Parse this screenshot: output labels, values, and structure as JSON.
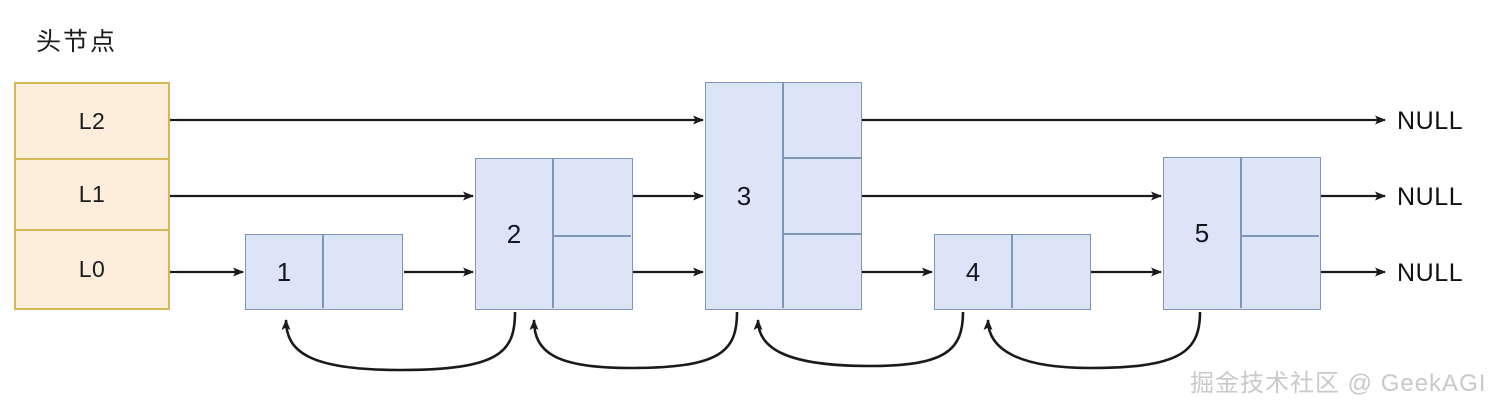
{
  "diagram": {
    "kind": "skip-list",
    "title": "头节点",
    "watermark": "掘金技术社区 @ GeekAGI",
    "colors": {
      "head_fill": "#fdeedb",
      "head_border": "#d6b656",
      "node_fill": "#dce5f7",
      "node_border": "#8096b8",
      "arrow": "#1a1a1a",
      "text": "#111111",
      "watermark": "#c9c9c9"
    },
    "head": {
      "label": "头节点",
      "levels": [
        {
          "name": "L2",
          "label": "L2"
        },
        {
          "name": "L1",
          "label": "L1"
        },
        {
          "name": "L0",
          "label": "L0"
        }
      ]
    },
    "nodes": [
      {
        "id": "node-1",
        "value": "1",
        "height_levels": 1
      },
      {
        "id": "node-2",
        "value": "2",
        "height_levels": 2
      },
      {
        "id": "node-3",
        "value": "3",
        "height_levels": 3
      },
      {
        "id": "node-4",
        "value": "4",
        "height_levels": 1
      },
      {
        "id": "node-5",
        "value": "5",
        "height_levels": 2
      }
    ],
    "terminators": [
      {
        "level": "L2",
        "label": "NULL"
      },
      {
        "level": "L1",
        "label": "NULL"
      },
      {
        "level": "L0",
        "label": "NULL"
      }
    ],
    "forward_links": [
      {
        "level": "L2",
        "from": "head",
        "to": "node-3"
      },
      {
        "level": "L2",
        "from": "node-3",
        "to": "NULL"
      },
      {
        "level": "L1",
        "from": "head",
        "to": "node-2"
      },
      {
        "level": "L1",
        "from": "node-2",
        "to": "node-3"
      },
      {
        "level": "L1",
        "from": "node-3",
        "to": "node-5"
      },
      {
        "level": "L1",
        "from": "node-5",
        "to": "NULL"
      },
      {
        "level": "L0",
        "from": "head",
        "to": "node-1"
      },
      {
        "level": "L0",
        "from": "node-1",
        "to": "node-2"
      },
      {
        "level": "L0",
        "from": "node-2",
        "to": "node-3"
      },
      {
        "level": "L0",
        "from": "node-3",
        "to": "node-4"
      },
      {
        "level": "L0",
        "from": "node-4",
        "to": "node-5"
      },
      {
        "level": "L0",
        "from": "node-5",
        "to": "NULL"
      }
    ],
    "backward_links": [
      {
        "from": "node-2",
        "to": "node-1"
      },
      {
        "from": "node-3",
        "to": "node-2"
      },
      {
        "from": "node-4",
        "to": "node-3"
      },
      {
        "from": "node-5",
        "to": "node-4"
      }
    ]
  }
}
